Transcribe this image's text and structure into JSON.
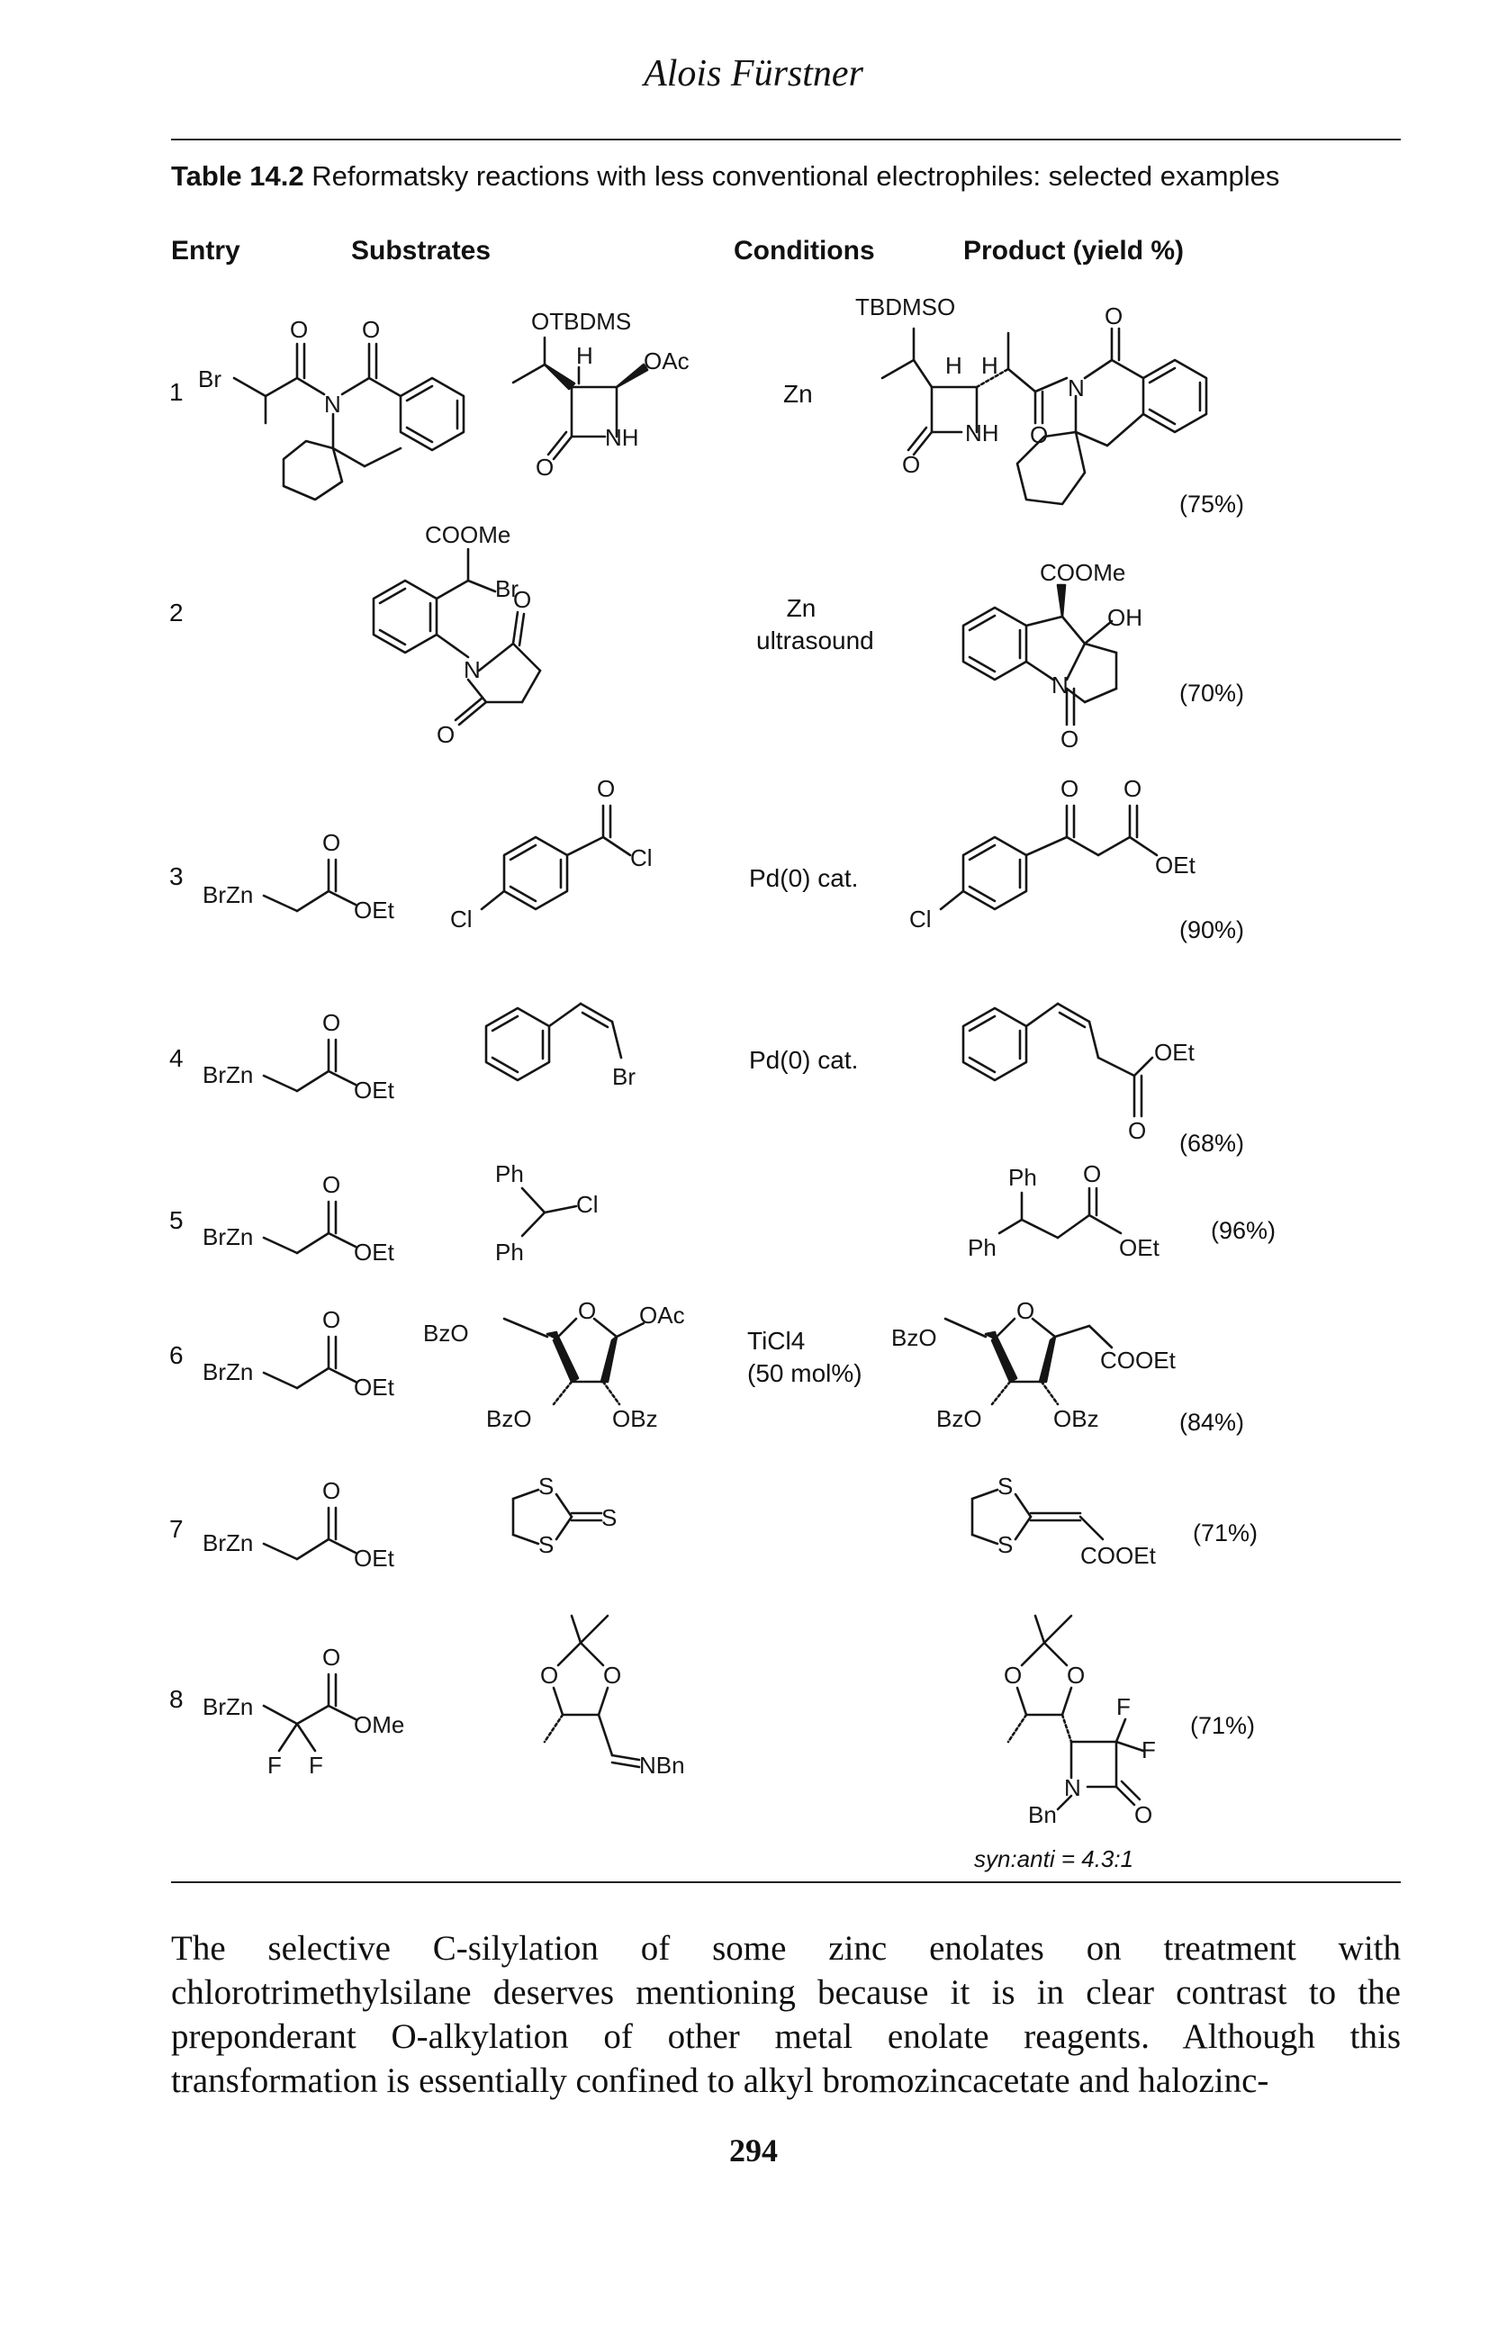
{
  "running_header": "Alois Fürstner",
  "table": {
    "label": "Table 14.2",
    "caption": "Reformatsky reactions with less conventional electrophiles: selected examples",
    "columns": [
      "Entry",
      "Substrates",
      "Conditions",
      "Product (yield %)"
    ],
    "rows": [
      {
        "entry": "1",
        "conditions": [
          "Zn"
        ],
        "yield": "(75%)"
      },
      {
        "entry": "2",
        "conditions": [
          "Zn",
          "ultrasound"
        ],
        "yield": "(70%)"
      },
      {
        "entry": "3",
        "conditions": [
          "Pd(0) cat."
        ],
        "yield": "(90%)"
      },
      {
        "entry": "4",
        "conditions": [
          "Pd(0) cat."
        ],
        "yield": "(68%)"
      },
      {
        "entry": "5",
        "conditions": [
          ""
        ],
        "yield": "(96%)"
      },
      {
        "entry": "6",
        "conditions": [
          "TiCl4",
          "(50 mol%)"
        ],
        "yield": "(84%)"
      },
      {
        "entry": "7",
        "conditions": [
          ""
        ],
        "yield": "(71%)"
      },
      {
        "entry": "8",
        "conditions": [
          ""
        ],
        "yield": "(71%)",
        "note": "syn:anti = 4.3:1"
      }
    ],
    "atom_labels": {
      "O": "O",
      "N": "N",
      "NH": "NH",
      "Br": "Br",
      "Cl": "Cl",
      "S": "S",
      "F": "F",
      "OEt": "OEt",
      "OMe": "OMe",
      "OAc": "OAc",
      "OH": "OH",
      "OTBDMS": "OTBDMS",
      "TBDMSO": "TBDMSO",
      "H": "H",
      "COOMe": "COOMe",
      "COOEt": "COOEt",
      "Ph": "Ph",
      "Bn": "Bn",
      "BzO": "BzO",
      "OBz": "OBz",
      "NBn": "NBn",
      "BrZn": "BrZn"
    }
  },
  "body_text": "The selective C-silylation of some zinc enolates on treatment with chlorotrimethylsilane deserves mentioning because it is in clear contrast to the preponderant O-alkylation of other metal enolate reagents. Although this transformation is essentially confined to alkyl bromozincacetate and halozinc-",
  "page_number": "294"
}
